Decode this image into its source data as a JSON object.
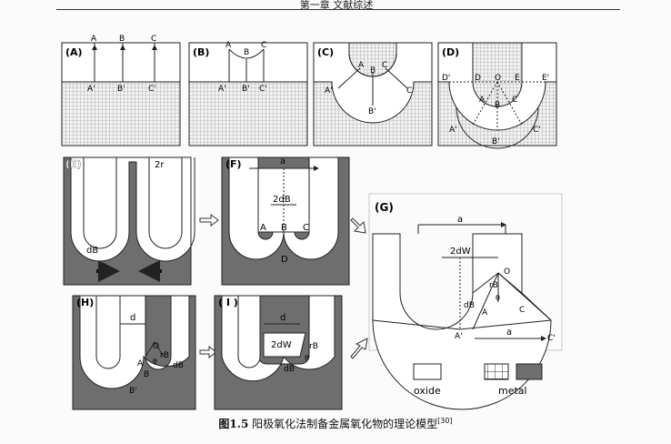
{
  "running_head": "第一章 文献综述",
  "panels": {
    "A": {
      "tag": "(A)",
      "top_labels": [
        "A",
        "B",
        "C"
      ],
      "bottom_labels": [
        "A'",
        "B'",
        "C'"
      ]
    },
    "B": {
      "tag": "(B)",
      "top_labels": [
        "A",
        "B",
        "C"
      ],
      "bottom_labels": [
        "A'",
        "B'",
        "C'"
      ]
    },
    "C": {
      "tag": "(C)",
      "top_labels": [
        "A",
        "B",
        "C"
      ],
      "bottom_labels": [
        "A'",
        "B'",
        "C'"
      ]
    },
    "D": {
      "tag": "(D)",
      "labels": [
        "D'",
        "D",
        "O",
        "E",
        "E'",
        "A",
        "B",
        "C",
        "A'",
        "B'",
        "C'"
      ]
    },
    "E": {
      "tag": "(E)",
      "labels": [
        "2r",
        "dB"
      ]
    },
    "F": {
      "tag": "(F)",
      "labels": [
        "a",
        "2dB",
        "A",
        "B",
        "C",
        "D"
      ]
    },
    "G": {
      "tag": "(G)",
      "labels": [
        "a",
        "2dW",
        "O",
        "rB",
        "θ",
        "dB",
        "A",
        "C",
        "A'",
        "C'",
        "a"
      ]
    },
    "H": {
      "tag": "(H)",
      "labels": [
        "d",
        "O",
        "rB",
        "θ",
        "dB",
        "A",
        "B",
        "B'"
      ]
    },
    "I": {
      "tag": "( I )",
      "labels": [
        "d",
        "2dW",
        "rB",
        "θ",
        "dB"
      ]
    }
  },
  "legend": {
    "oxide": "oxide",
    "metal": "metal"
  },
  "caption": {
    "figure": "图1.5",
    "text": "阳极氧化法制备金属氧化物的理论模型",
    "ref": "[30]"
  },
  "colors": {
    "metal_dark": "#6e6e6e",
    "oxide": "#ffffff",
    "stroke": "#222222"
  }
}
